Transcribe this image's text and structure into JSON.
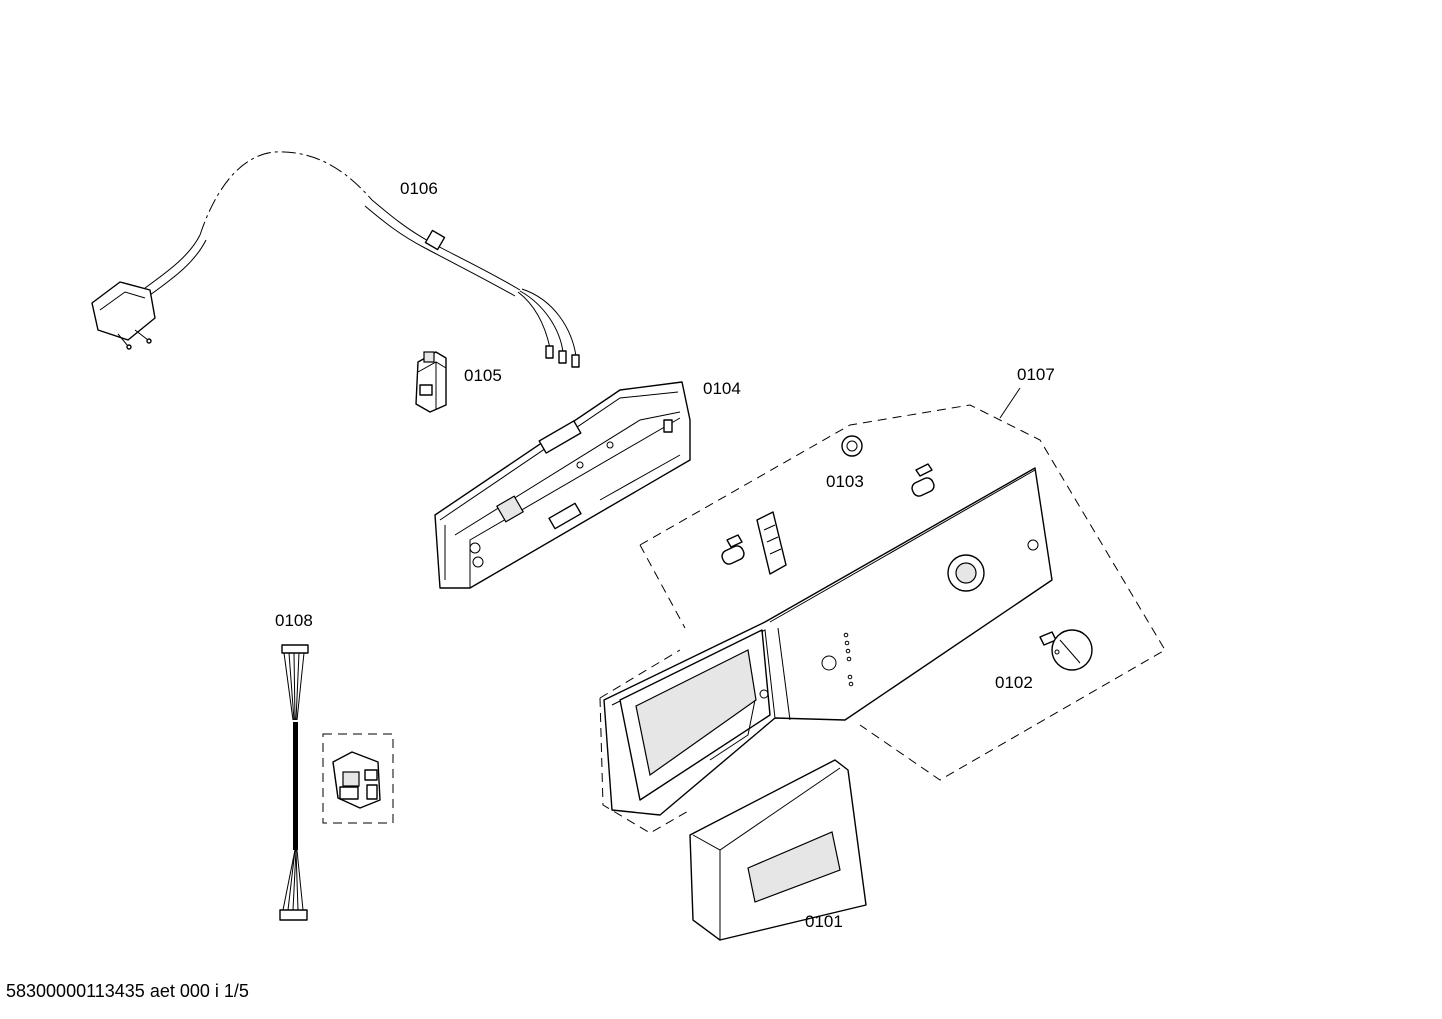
{
  "labels": {
    "p0101": "0101",
    "p0102": "0102",
    "p0103": "0103",
    "p0104": "0104",
    "p0105": "0105",
    "p0106": "0106",
    "p0107": "0107",
    "p0108": "0108"
  },
  "footer": "58300000113435 aet 000 i 1/5"
}
